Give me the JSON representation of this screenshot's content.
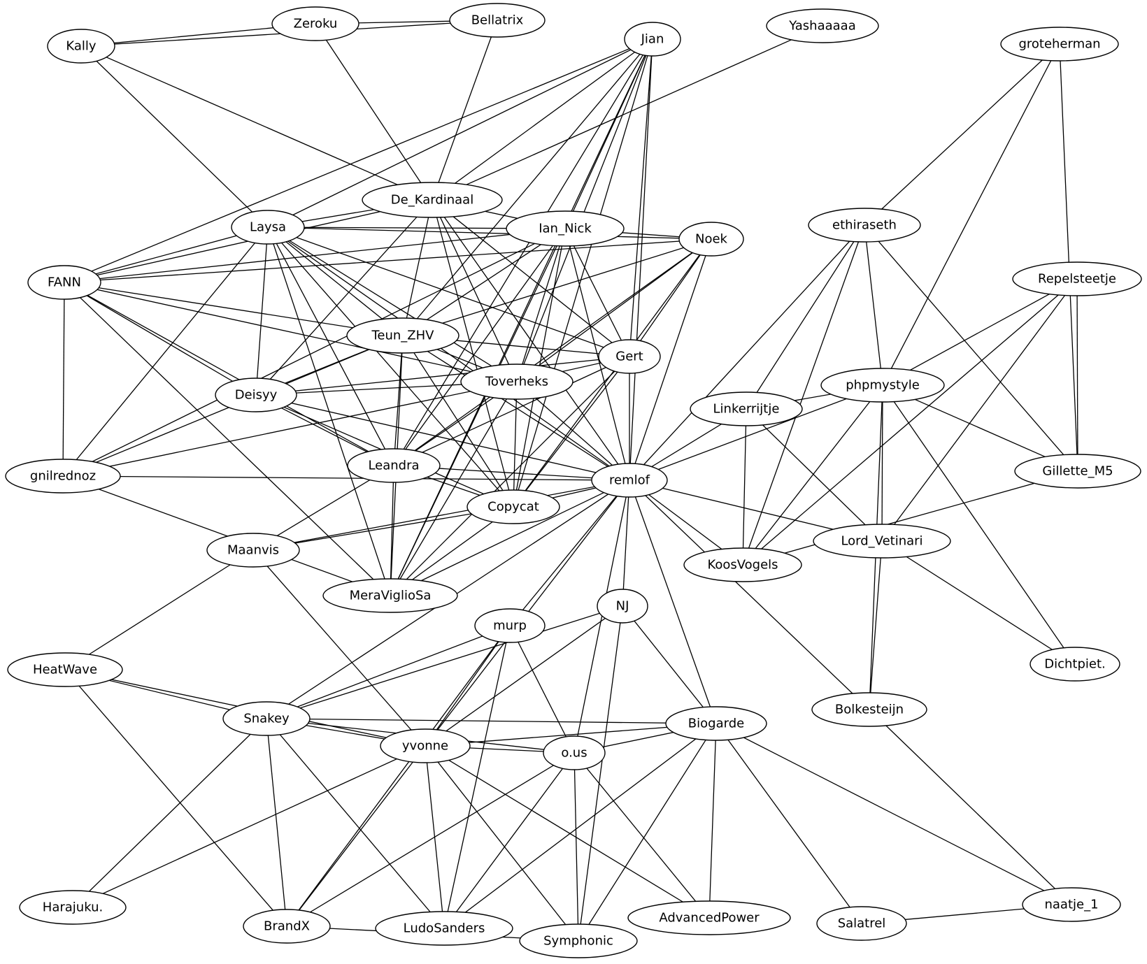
{
  "graph": {
    "type": "undirected-network",
    "nodes": [
      {
        "id": "Zeroku",
        "label": "Zeroku"
      },
      {
        "id": "Bellatrix",
        "label": "Bellatrix"
      },
      {
        "id": "Kally",
        "label": "Kally"
      },
      {
        "id": "Jian",
        "label": "Jian"
      },
      {
        "id": "Yashaaaaa",
        "label": "Yashaaaaa"
      },
      {
        "id": "groteherman",
        "label": "groteherman"
      },
      {
        "id": "De_Kardinaal",
        "label": "De_Kardinaal"
      },
      {
        "id": "Laysa",
        "label": "Laysa"
      },
      {
        "id": "Ian_Nick",
        "label": "Ian_Nick"
      },
      {
        "id": "Noek",
        "label": "Noek"
      },
      {
        "id": "ethiraseth",
        "label": "ethiraseth"
      },
      {
        "id": "FANN",
        "label": "FANN"
      },
      {
        "id": "Repelsteetje",
        "label": "Repelsteetje"
      },
      {
        "id": "Teun_ZHV",
        "label": "Teun_ZHV"
      },
      {
        "id": "Gert",
        "label": "Gert"
      },
      {
        "id": "Toverheks",
        "label": "Toverheks"
      },
      {
        "id": "Deisyy",
        "label": "Deisyy"
      },
      {
        "id": "phpmystyle",
        "label": "phpmystyle"
      },
      {
        "id": "Linkerrijtje",
        "label": "Linkerrijtje"
      },
      {
        "id": "Leandra",
        "label": "Leandra"
      },
      {
        "id": "gnilrednoz",
        "label": "gnilrednoz"
      },
      {
        "id": "remlof",
        "label": "remlof"
      },
      {
        "id": "Gillette_M5",
        "label": "Gillette_M5"
      },
      {
        "id": "Copycat",
        "label": "Copycat"
      },
      {
        "id": "Maanvis",
        "label": "Maanvis"
      },
      {
        "id": "Lord_Vetinari",
        "label": "Lord_Vetinari"
      },
      {
        "id": "KoosVogels",
        "label": "KoosVogels"
      },
      {
        "id": "MeraViglioSa",
        "label": "MeraViglioSa"
      },
      {
        "id": "NJ",
        "label": "NJ"
      },
      {
        "id": "murp",
        "label": "murp"
      },
      {
        "id": "HeatWave",
        "label": "HeatWave"
      },
      {
        "id": "Dichtpiet.",
        "label": "Dichtpiet."
      },
      {
        "id": "Bolkesteijn",
        "label": "Bolkesteijn"
      },
      {
        "id": "Snakey",
        "label": "Snakey"
      },
      {
        "id": "Biogarde",
        "label": "Biogarde"
      },
      {
        "id": "yvonne",
        "label": "yvonne"
      },
      {
        "id": "o.us",
        "label": "o.us"
      },
      {
        "id": "Harajuku.",
        "label": "Harajuku."
      },
      {
        "id": "AdvancedPower",
        "label": "AdvancedPower"
      },
      {
        "id": "naatje_1",
        "label": "naatje_1"
      },
      {
        "id": "BrandX",
        "label": "BrandX"
      },
      {
        "id": "LudoSanders",
        "label": "LudoSanders"
      },
      {
        "id": "Salatrel",
        "label": "Salatrel"
      },
      {
        "id": "Symphonic",
        "label": "Symphonic"
      }
    ],
    "edges": [
      [
        "Kally",
        "Zeroku"
      ],
      [
        "Kally",
        "Bellatrix"
      ],
      [
        "Zeroku",
        "Bellatrix"
      ],
      [
        "Kally",
        "Laysa"
      ],
      [
        "Kally",
        "De_Kardinaal"
      ],
      [
        "Zeroku",
        "De_Kardinaal"
      ],
      [
        "Bellatrix",
        "De_Kardinaal"
      ],
      [
        "Jian",
        "De_Kardinaal"
      ],
      [
        "Jian",
        "Laysa"
      ],
      [
        "Jian",
        "FANN"
      ],
      [
        "Jian",
        "Ian_Nick"
      ],
      [
        "Jian",
        "Teun_ZHV"
      ],
      [
        "Jian",
        "Leandra"
      ],
      [
        "Jian",
        "Toverheks"
      ],
      [
        "Jian",
        "Gert"
      ],
      [
        "Jian",
        "Copycat"
      ],
      [
        "Jian",
        "remlof"
      ],
      [
        "Jian",
        "MeraViglioSa"
      ],
      [
        "Yashaaaaa",
        "De_Kardinaal"
      ],
      [
        "groteherman",
        "ethiraseth"
      ],
      [
        "groteherman",
        "phpmystyle"
      ],
      [
        "groteherman",
        "Gillette_M5"
      ],
      [
        "De_Kardinaal",
        "Laysa"
      ],
      [
        "De_Kardinaal",
        "Ian_Nick"
      ],
      [
        "De_Kardinaal",
        "FANN"
      ],
      [
        "De_Kardinaal",
        "Teun_ZHV"
      ],
      [
        "De_Kardinaal",
        "Toverheks"
      ],
      [
        "De_Kardinaal",
        "Deisyy"
      ],
      [
        "De_Kardinaal",
        "Gert"
      ],
      [
        "De_Kardinaal",
        "remlof"
      ],
      [
        "De_Kardinaal",
        "Copycat"
      ],
      [
        "Laysa",
        "Ian_Nick"
      ],
      [
        "Laysa",
        "Noek"
      ],
      [
        "Laysa",
        "FANN"
      ],
      [
        "Laysa",
        "Teun_ZHV"
      ],
      [
        "Laysa",
        "Toverheks"
      ],
      [
        "Laysa",
        "Gert"
      ],
      [
        "Laysa",
        "Deisyy"
      ],
      [
        "Laysa",
        "Leandra"
      ],
      [
        "Laysa",
        "gnilrednoz"
      ],
      [
        "Laysa",
        "remlof"
      ],
      [
        "Laysa",
        "Copycat"
      ],
      [
        "Laysa",
        "MeraViglioSa"
      ],
      [
        "Ian_Nick",
        "FANN"
      ],
      [
        "Ian_Nick",
        "Noek"
      ],
      [
        "Ian_Nick",
        "Teun_ZHV"
      ],
      [
        "Ian_Nick",
        "Toverheks"
      ],
      [
        "Ian_Nick",
        "Gert"
      ],
      [
        "Ian_Nick",
        "Leandra"
      ],
      [
        "Ian_Nick",
        "gnilrednoz"
      ],
      [
        "Ian_Nick",
        "remlof"
      ],
      [
        "Ian_Nick",
        "Copycat"
      ],
      [
        "Ian_Nick",
        "MeraViglioSa"
      ],
      [
        "Noek",
        "FANN"
      ],
      [
        "Noek",
        "Teun_ZHV"
      ],
      [
        "Noek",
        "Gert"
      ],
      [
        "Noek",
        "Toverheks"
      ],
      [
        "Noek",
        "Leandra"
      ],
      [
        "Noek",
        "Copycat"
      ],
      [
        "Noek",
        "remlof"
      ],
      [
        "FANN",
        "Teun_ZHV"
      ],
      [
        "FANN",
        "Toverheks"
      ],
      [
        "FANN",
        "Deisyy"
      ],
      [
        "FANN",
        "Leandra"
      ],
      [
        "FANN",
        "gnilrednoz"
      ],
      [
        "FANN",
        "MeraViglioSa"
      ],
      [
        "Teun_ZHV",
        "Gert"
      ],
      [
        "Teun_ZHV",
        "Toverheks"
      ],
      [
        "Teun_ZHV",
        "Deisyy"
      ],
      [
        "Teun_ZHV",
        "Leandra"
      ],
      [
        "Teun_ZHV",
        "gnilrednoz"
      ],
      [
        "Teun_ZHV",
        "remlof"
      ],
      [
        "Teun_ZHV",
        "Copycat"
      ],
      [
        "Teun_ZHV",
        "MeraViglioSa"
      ],
      [
        "Gert",
        "Toverheks"
      ],
      [
        "Gert",
        "Deisyy"
      ],
      [
        "Gert",
        "Leandra"
      ],
      [
        "Gert",
        "remlof"
      ],
      [
        "Gert",
        "Copycat"
      ],
      [
        "Gert",
        "MeraViglioSa"
      ],
      [
        "Toverheks",
        "Deisyy"
      ],
      [
        "Toverheks",
        "Leandra"
      ],
      [
        "Toverheks",
        "gnilrednoz"
      ],
      [
        "Toverheks",
        "remlof"
      ],
      [
        "Toverheks",
        "Copycat"
      ],
      [
        "Toverheks",
        "MeraViglioSa"
      ],
      [
        "Deisyy",
        "Leandra"
      ],
      [
        "Deisyy",
        "remlof"
      ],
      [
        "Deisyy",
        "Copycat"
      ],
      [
        "Leandra",
        "remlof"
      ],
      [
        "Leandra",
        "Copycat"
      ],
      [
        "Leandra",
        "Maanvis"
      ],
      [
        "Leandra",
        "MeraViglioSa"
      ],
      [
        "gnilrednoz",
        "remlof"
      ],
      [
        "gnilrednoz",
        "MeraViglioSa"
      ],
      [
        "remlof",
        "Copycat"
      ],
      [
        "remlof",
        "Maanvis"
      ],
      [
        "remlof",
        "MeraViglioSa"
      ],
      [
        "remlof",
        "Linkerrijtje"
      ],
      [
        "remlof",
        "phpmystyle"
      ],
      [
        "remlof",
        "ethiraseth"
      ],
      [
        "remlof",
        "KoosVogels"
      ],
      [
        "remlof",
        "Lord_Vetinari"
      ],
      [
        "remlof",
        "Bolkesteijn"
      ],
      [
        "remlof",
        "NJ"
      ],
      [
        "remlof",
        "murp"
      ],
      [
        "remlof",
        "Snakey"
      ],
      [
        "remlof",
        "yvonne"
      ],
      [
        "remlof",
        "o.us"
      ],
      [
        "remlof",
        "Biogarde"
      ],
      [
        "Copycat",
        "Maanvis"
      ],
      [
        "Copycat",
        "MeraViglioSa"
      ],
      [
        "ethiraseth",
        "phpmystyle"
      ],
      [
        "ethiraseth",
        "Linkerrijtje"
      ],
      [
        "ethiraseth",
        "KoosVogels"
      ],
      [
        "ethiraseth",
        "Gillette_M5"
      ],
      [
        "Repelsteetje",
        "phpmystyle"
      ],
      [
        "Repelsteetje",
        "Gillette_M5"
      ],
      [
        "Repelsteetje",
        "KoosVogels"
      ],
      [
        "Repelsteetje",
        "Lord_Vetinari"
      ],
      [
        "phpmystyle",
        "Linkerrijtje"
      ],
      [
        "phpmystyle",
        "Gillette_M5"
      ],
      [
        "phpmystyle",
        "KoosVogels"
      ],
      [
        "phpmystyle",
        "Lord_Vetinari"
      ],
      [
        "phpmystyle",
        "Dichtpiet."
      ],
      [
        "phpmystyle",
        "Bolkesteijn"
      ],
      [
        "Linkerrijtje",
        "KoosVogels"
      ],
      [
        "Linkerrijtje",
        "Lord_Vetinari"
      ],
      [
        "Gillette_M5",
        "KoosVogels"
      ],
      [
        "Lord_Vetinari",
        "Dichtpiet."
      ],
      [
        "Lord_Vetinari",
        "Bolkesteijn"
      ],
      [
        "Bolkesteijn",
        "naatje_1"
      ],
      [
        "Maanvis",
        "HeatWave"
      ],
      [
        "Maanvis",
        "yvonne"
      ],
      [
        "NJ",
        "Snakey"
      ],
      [
        "NJ",
        "yvonne"
      ],
      [
        "NJ",
        "Biogarde"
      ],
      [
        "NJ",
        "Symphonic"
      ],
      [
        "murp",
        "Snakey"
      ],
      [
        "murp",
        "yvonne"
      ],
      [
        "murp",
        "o.us"
      ],
      [
        "murp",
        "BrandX"
      ],
      [
        "murp",
        "LudoSanders"
      ],
      [
        "HeatWave",
        "Snakey"
      ],
      [
        "HeatWave",
        "yvonne"
      ],
      [
        "HeatWave",
        "BrandX"
      ],
      [
        "Snakey",
        "Biogarde"
      ],
      [
        "Snakey",
        "yvonne"
      ],
      [
        "Snakey",
        "o.us"
      ],
      [
        "Snakey",
        "Harajuku."
      ],
      [
        "Snakey",
        "BrandX"
      ],
      [
        "Snakey",
        "LudoSanders"
      ],
      [
        "yvonne",
        "Biogarde"
      ],
      [
        "yvonne",
        "o.us"
      ],
      [
        "yvonne",
        "Harajuku."
      ],
      [
        "yvonne",
        "BrandX"
      ],
      [
        "yvonne",
        "LudoSanders"
      ],
      [
        "yvonne",
        "Symphonic"
      ],
      [
        "yvonne",
        "AdvancedPower"
      ],
      [
        "o.us",
        "Biogarde"
      ],
      [
        "o.us",
        "BrandX"
      ],
      [
        "o.us",
        "LudoSanders"
      ],
      [
        "o.us",
        "Symphonic"
      ],
      [
        "o.us",
        "AdvancedPower"
      ],
      [
        "Biogarde",
        "AdvancedPower"
      ],
      [
        "Biogarde",
        "LudoSanders"
      ],
      [
        "Biogarde",
        "Symphonic"
      ],
      [
        "Biogarde",
        "Salatrel"
      ],
      [
        "Biogarde",
        "naatje_1"
      ],
      [
        "Salatrel",
        "naatje_1"
      ],
      [
        "BrandX",
        "Symphonic"
      ]
    ]
  }
}
